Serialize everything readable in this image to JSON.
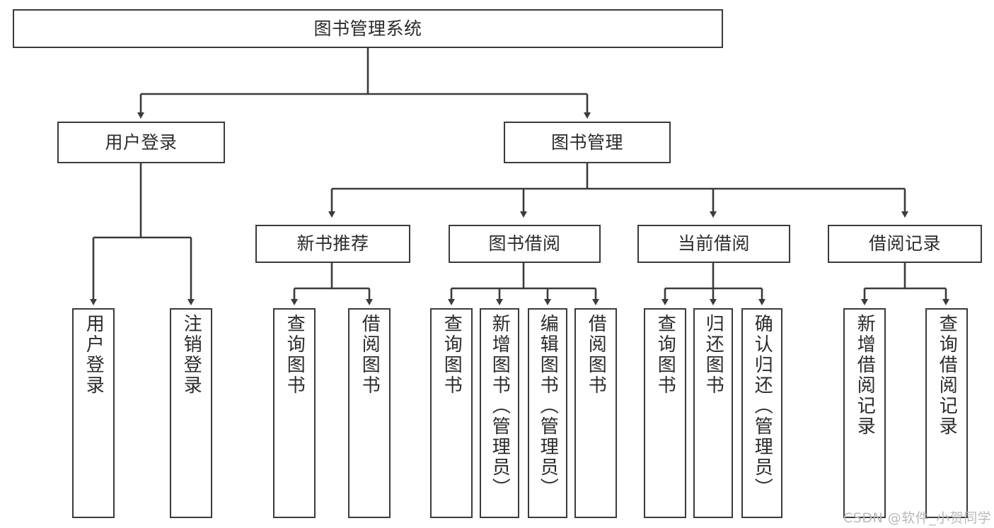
{
  "diagram": {
    "title": "图书管理系统",
    "type": "hierarchy-tree",
    "root": {
      "label": "图书管理系统"
    },
    "level2": [
      {
        "label": "用户登录"
      },
      {
        "label": "图书管理"
      }
    ],
    "level3": [
      {
        "label": "新书推荐"
      },
      {
        "label": "图书借阅"
      },
      {
        "label": "当前借阅"
      },
      {
        "label": "借阅记录"
      }
    ],
    "leaves": {
      "user_login": [
        {
          "label": "用户登录"
        },
        {
          "label": "注销登录"
        }
      ],
      "new_book_recommend": [
        {
          "label": "查询图书"
        },
        {
          "label": "借阅图书"
        }
      ],
      "book_borrow": [
        {
          "label": "查询图书"
        },
        {
          "label": "新增图书（管理员）"
        },
        {
          "label": "编辑图书（管理员）"
        },
        {
          "label": "借阅图书"
        }
      ],
      "current_borrow": [
        {
          "label": "查询图书"
        },
        {
          "label": "归还图书"
        },
        {
          "label": "确认归还（管理员）"
        }
      ],
      "borrow_record": [
        {
          "label": "新增借阅记录"
        },
        {
          "label": "查询借阅记录"
        }
      ]
    }
  },
  "watermark": {
    "text": "CSDN @软件_小贺同学"
  },
  "colors": {
    "box_border": "#3b3b3b",
    "edge": "#3b3b3b",
    "text": "#2b2b2b",
    "background": "#ffffff",
    "watermark": "#b9b9b9"
  }
}
